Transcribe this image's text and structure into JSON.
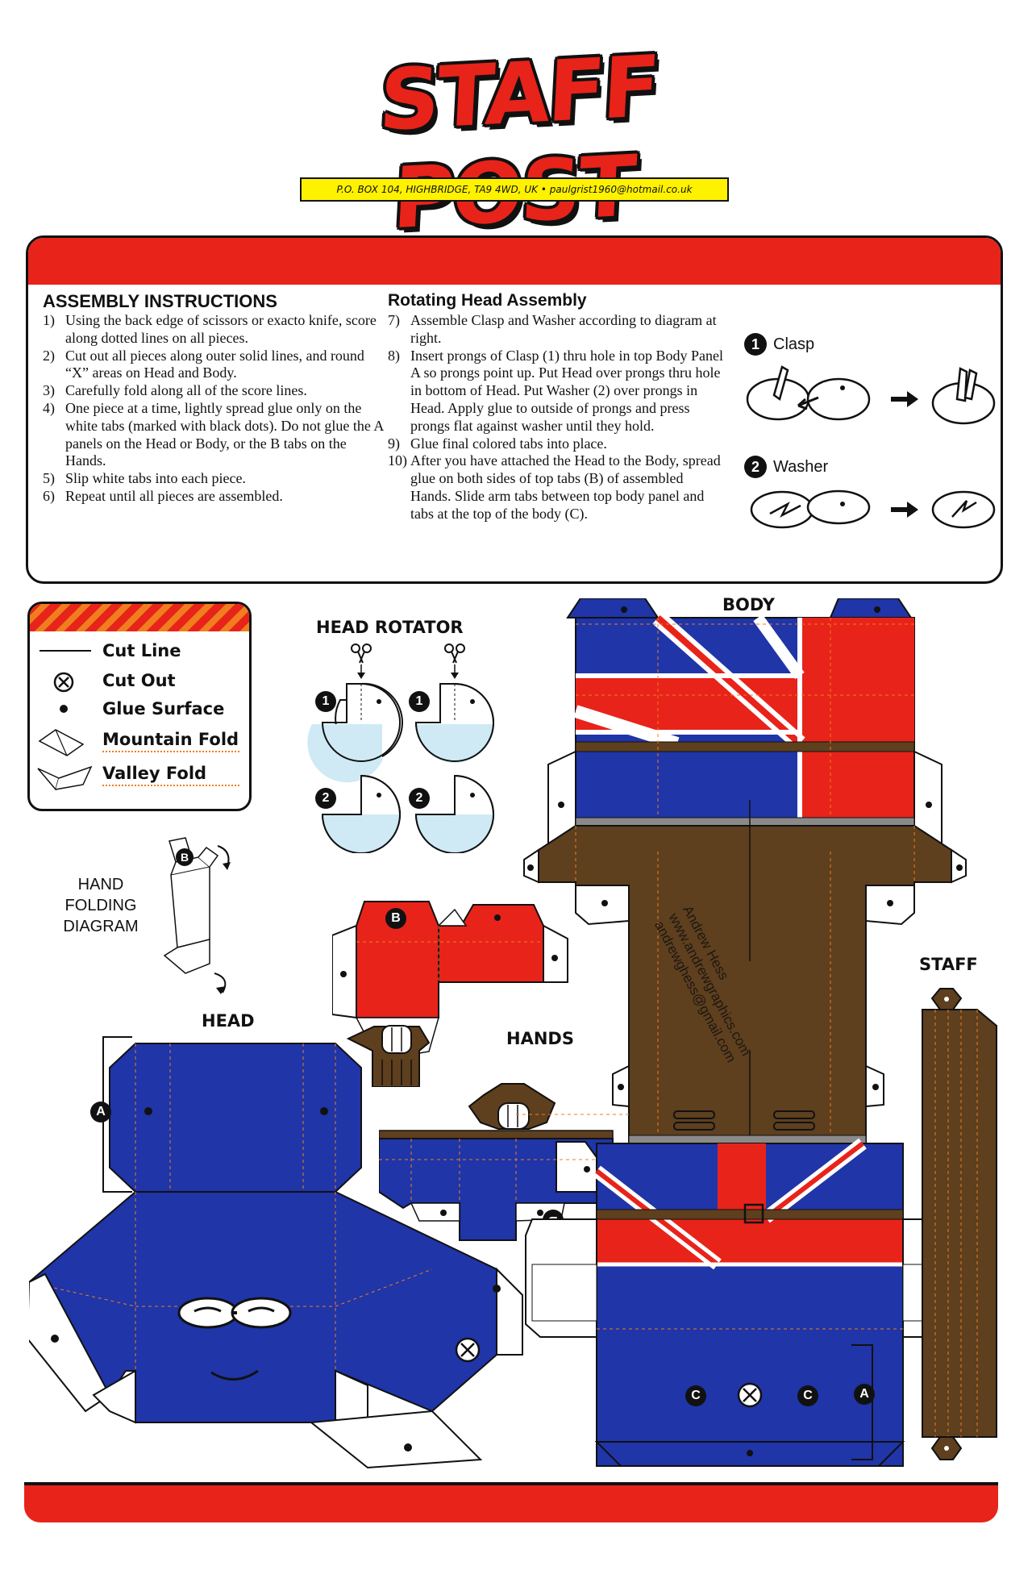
{
  "header": {
    "logo_text": "STAFF POST",
    "address": "P.O. BOX 104, HIGHBRIDGE, TA9 4WD, UK  •  paulgrist1960@hotmail.co.uk"
  },
  "assembly": {
    "title": "ASSEMBLY INSTRUCTIONS",
    "steps": [
      {
        "num": "1)",
        "text": "Using the back edge of scissors or exacto knife, score along dotted lines on all pieces."
      },
      {
        "num": "2)",
        "text": "Cut out all pieces along outer solid lines, and round “X” areas on Head and Body."
      },
      {
        "num": "3)",
        "text": "Carefully fold along all of the score lines."
      },
      {
        "num": "4)",
        "text": "One piece at a time, lightly spread glue only on the white tabs (marked with black dots). Do not glue the A panels on the Head or Body, or the B tabs on the Hands."
      },
      {
        "num": "5)",
        "text": "Slip white tabs into each piece."
      },
      {
        "num": "6)",
        "text": "Repeat until all pieces are assembled."
      }
    ]
  },
  "rotating": {
    "title": "Rotating Head Assembly",
    "steps": [
      {
        "num": "7)",
        "text": "Assemble Clasp and Washer according to diagram at right."
      },
      {
        "num": "8)",
        "text": "Insert prongs of Clasp (1) thru hole in top Body Panel A so prongs point up. Put Head over prongs thru hole in bottom of Head. Put Washer (2) over prongs in Head. Apply glue to outside of prongs and press prongs flat against washer until they hold."
      },
      {
        "num": "9)",
        "text": "Glue final colored tabs into place."
      },
      {
        "num": "10)",
        "text": "After you have attached the Head to the Body, spread glue on both sides of top tabs (B) of assembled Hands. Slide arm tabs between top body panel and tabs at the top of the body (C)."
      }
    ]
  },
  "diagram": {
    "clasp_num": "1",
    "clasp_label": "Clasp",
    "washer_num": "2",
    "washer_label": "Washer"
  },
  "legend": {
    "items": [
      {
        "label": "Cut Line",
        "icon": "solid-line-icon"
      },
      {
        "label": "Cut Out",
        "icon": "x-circle-icon"
      },
      {
        "label": "Glue Surface",
        "icon": "dot-icon"
      },
      {
        "label": "Mountain Fold",
        "icon": "mountain-fold-icon"
      },
      {
        "label": "Valley Fold",
        "icon": "valley-fold-icon"
      }
    ]
  },
  "pieces": {
    "head_rotator": "HEAD ROTATOR",
    "body": "BODY",
    "head": "HEAD",
    "hands": "HANDS",
    "staff": "STAFF",
    "hand_folding": [
      "HAND",
      "FOLDING",
      "DIAGRAM"
    ],
    "marker_a": "A",
    "marker_b": "B",
    "marker_c": "C",
    "rotator_1": "1",
    "rotator_2": "2"
  },
  "credit": {
    "line1": "Andrew Hess",
    "line2": "www.andrewgraphics.com",
    "line3": "andrewghess@gmail.com"
  },
  "colors": {
    "red": "#e8231a",
    "blue": "#1f35a8",
    "brown": "#5e3f1e",
    "yellow": "#fff200",
    "light_blue": "#cfeaf5"
  }
}
